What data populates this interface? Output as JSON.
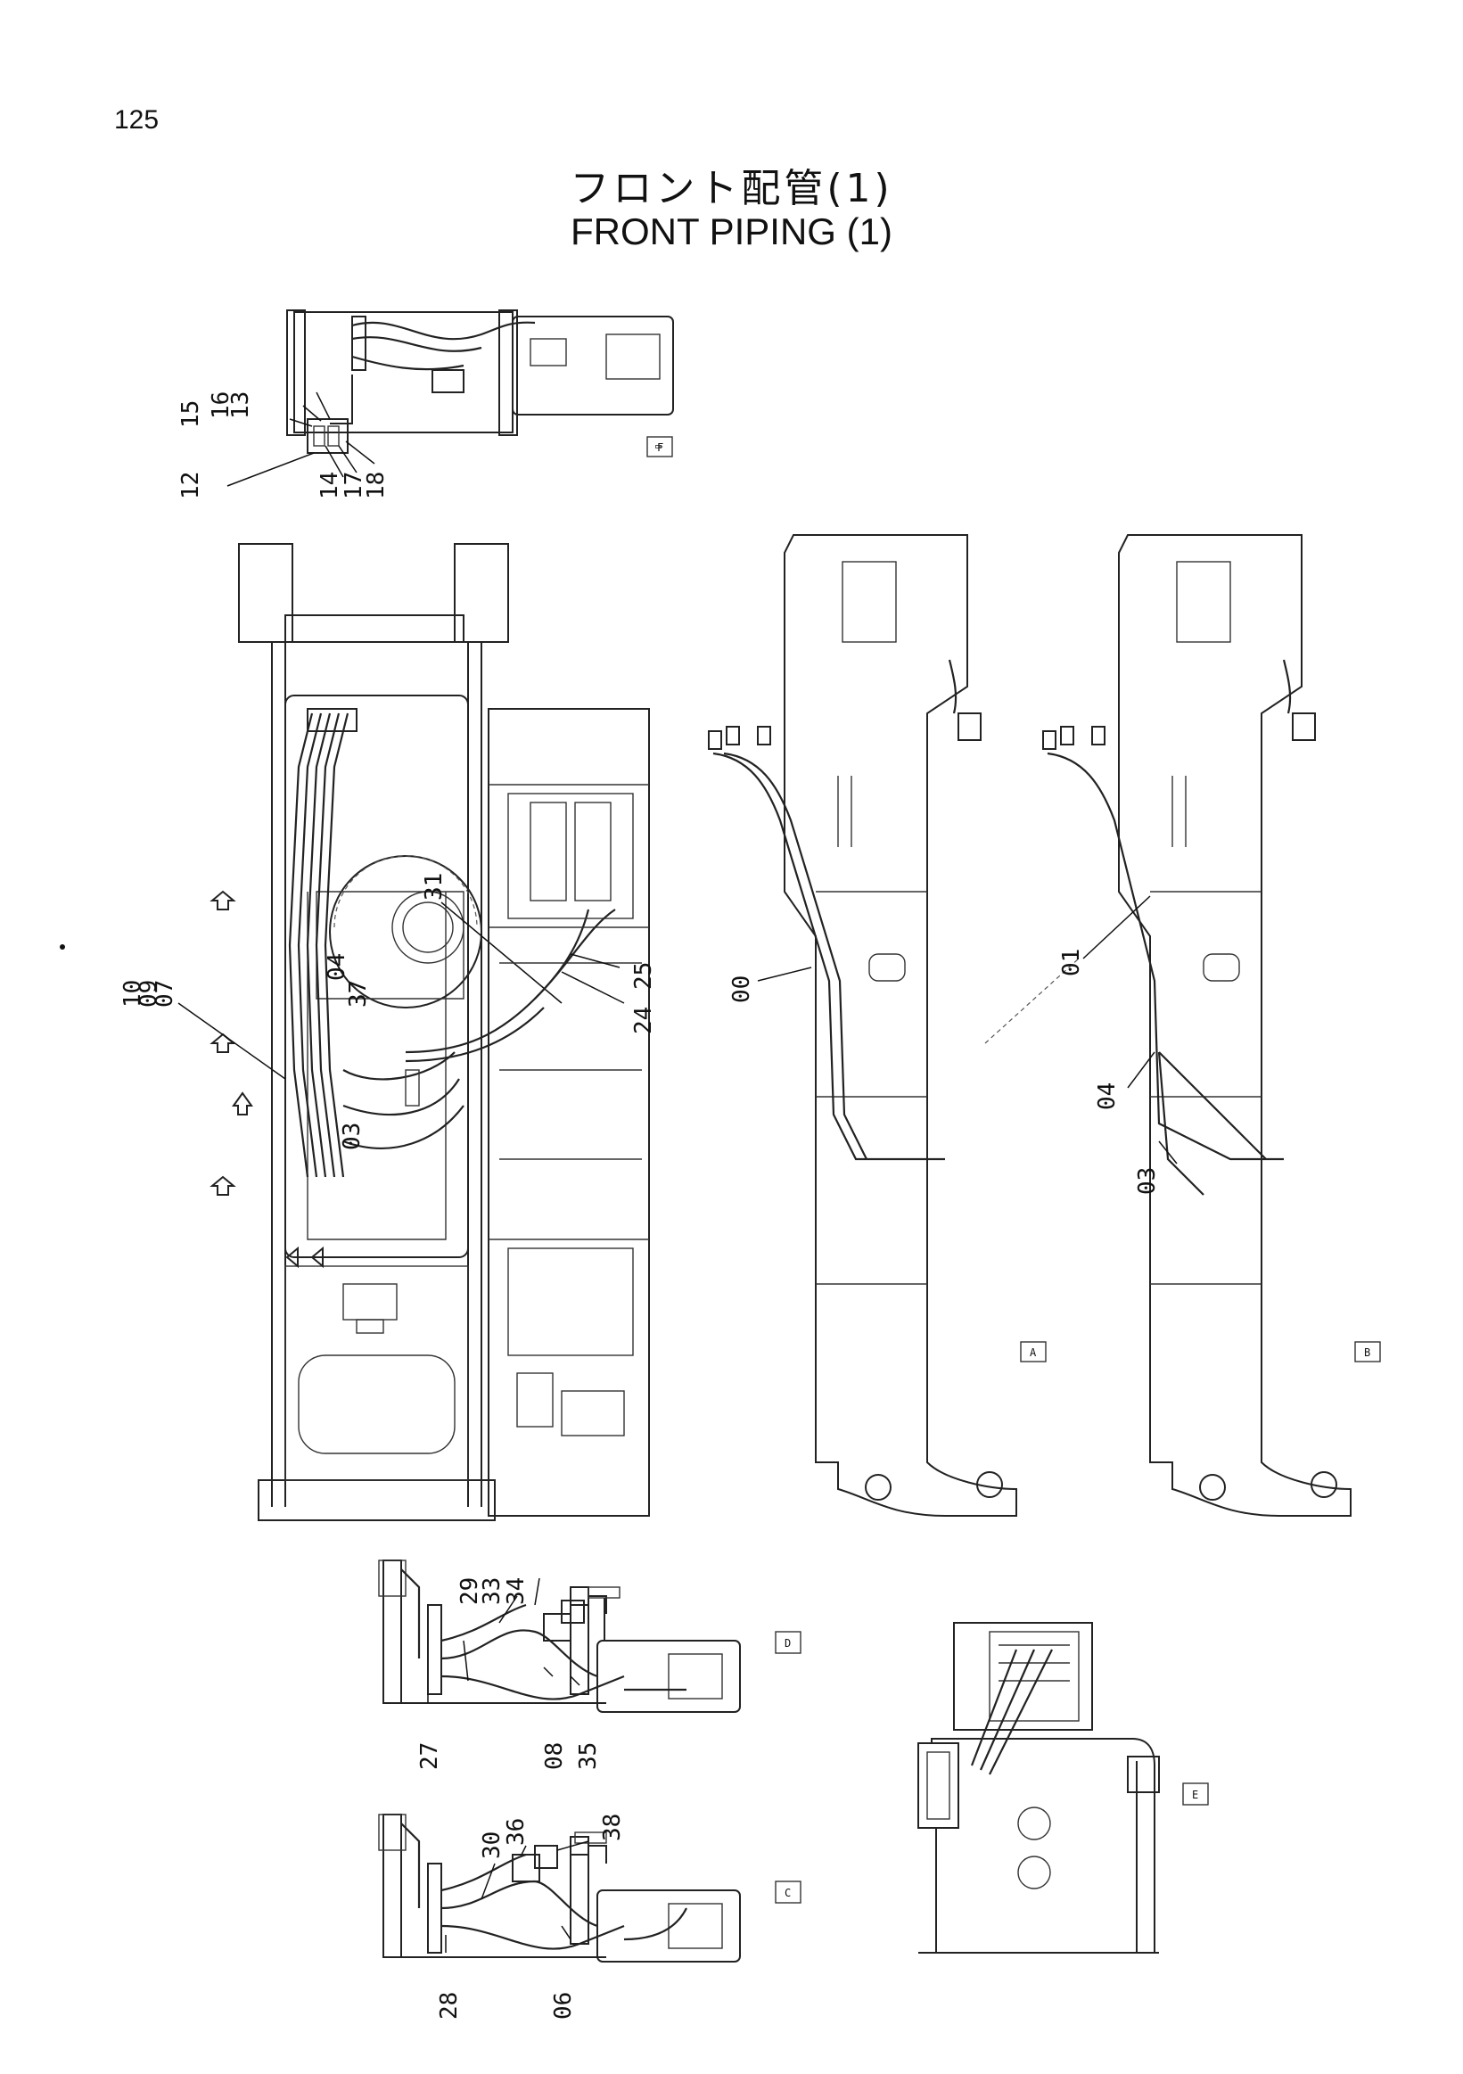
{
  "page_number": "125",
  "title_jp": "フロント配管(1)",
  "title_en": "FRONT   PIPING (1)",
  "view_labels": {
    "F": "F",
    "A": "A",
    "B": "B",
    "C": "C",
    "D": "D",
    "E": "E"
  },
  "part_labels": {
    "p12": "12",
    "p13": "13",
    "p14": "14",
    "p15": "15",
    "p16": "16",
    "p17": "17",
    "p18": "18",
    "p10": "10",
    "p09": "09",
    "p07": "07",
    "p04": "04",
    "p37": "37",
    "p31": "31",
    "p03": "03",
    "p25": "25",
    "p24": "24",
    "p00": "00",
    "p01": "01",
    "p04b": "04",
    "p03b": "03",
    "p29": "29",
    "p33": "33",
    "p34": "34",
    "p27": "27",
    "p08": "08",
    "p35": "35",
    "p30": "30",
    "p36": "36",
    "p38": "38",
    "p28": "28",
    "p06": "06"
  }
}
